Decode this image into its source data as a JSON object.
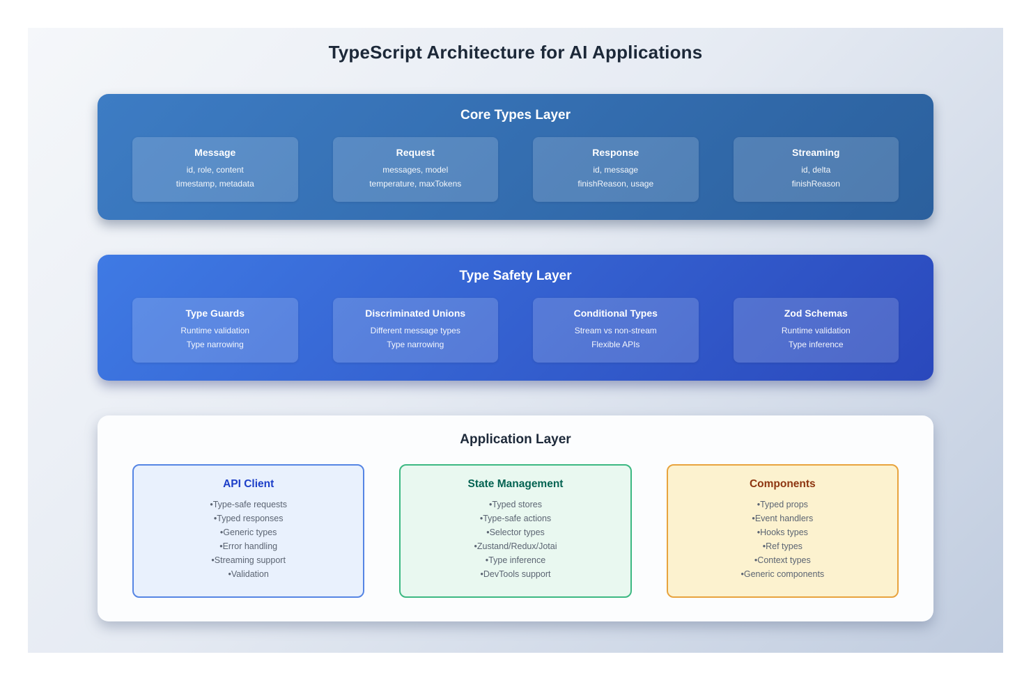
{
  "title": "TypeScript Architecture for AI Applications",
  "bullet_glyph": "•",
  "layers": [
    {
      "name": "Core Types Layer",
      "cards": [
        {
          "title": "Message",
          "lines": [
            "id, role, content",
            "timestamp, metadata"
          ]
        },
        {
          "title": "Request",
          "lines": [
            "messages, model",
            "temperature, maxTokens"
          ]
        },
        {
          "title": "Response",
          "lines": [
            "id, message",
            "finishReason, usage"
          ]
        },
        {
          "title": "Streaming",
          "lines": [
            "id, delta",
            "finishReason"
          ]
        }
      ]
    },
    {
      "name": "Type Safety Layer",
      "cards": [
        {
          "title": "Type Guards",
          "lines": [
            "Runtime validation",
            "Type narrowing"
          ]
        },
        {
          "title": "Discriminated Unions",
          "lines": [
            "Different message types",
            "Type narrowing"
          ]
        },
        {
          "title": "Conditional Types",
          "lines": [
            "Stream vs non-stream",
            "Flexible APIs"
          ]
        },
        {
          "title": "Zod Schemas",
          "lines": [
            "Runtime validation",
            "Type inference"
          ]
        }
      ]
    }
  ],
  "app": {
    "name": "Application Layer",
    "cards": [
      {
        "title": "API Client",
        "items": [
          "Type-safe requests",
          "Typed responses",
          "Generic types",
          "Error handling",
          "Streaming support",
          "Validation"
        ]
      },
      {
        "title": "State Management",
        "items": [
          "Typed stores",
          "Type-safe actions",
          "Selector types",
          "Zustand/Redux/Jotai",
          "Type inference",
          "DevTools support"
        ]
      },
      {
        "title": "Components",
        "items": [
          "Typed props",
          "Event handlers",
          "Hooks types",
          "Ref types",
          "Context types",
          "Generic components"
        ]
      }
    ]
  },
  "colors": {
    "page_background_gradient": [
      "#f5f7fa",
      "#c0ccdf"
    ],
    "core_layer_gradient": [
      "#3d7cc4",
      "#2b609d"
    ],
    "safety_layer_gradient": [
      "#3f7ae4",
      "#2a48bc"
    ],
    "app_layer_background": "#fcfdfe",
    "title_text": "#1c2838",
    "app_cards": {
      "api_client": {
        "background": "#e9f1fd",
        "border": "#5585e4",
        "title": "#1c3ec8"
      },
      "state_management": {
        "background": "#e9f8f0",
        "border": "#3cb882",
        "title": "#046352"
      },
      "components": {
        "background": "#fcf2cf",
        "border": "#e8a33d",
        "title": "#8d3510"
      }
    }
  }
}
